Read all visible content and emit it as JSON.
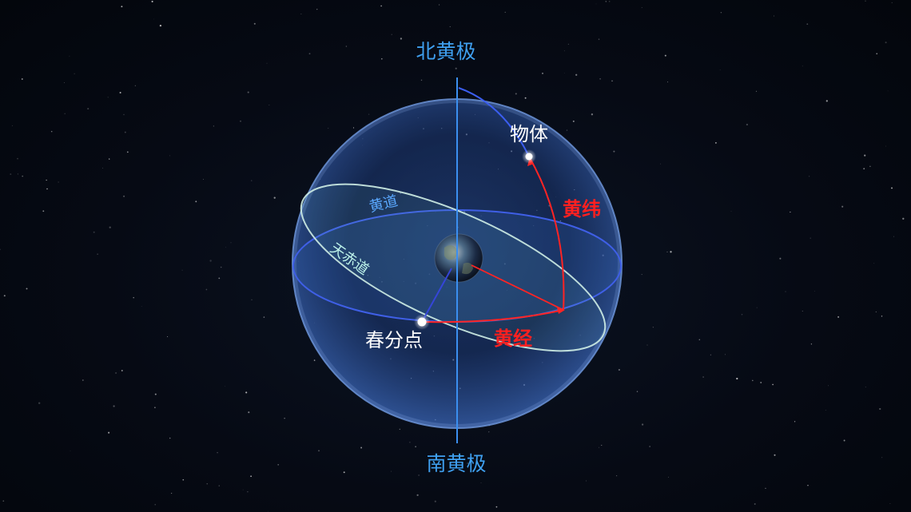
{
  "labels": {
    "north_ecliptic_pole": "北黄极",
    "south_ecliptic_pole": "南黄极",
    "object": "物体",
    "vernal_equinox": "春分点",
    "ecliptic_latitude": "黄纬",
    "ecliptic_longitude": "黄经",
    "ecliptic": "黄道",
    "celestial_equator": "天赤道"
  },
  "colors": {
    "background": "#05080f",
    "sphere_fill": "#2a4f9a",
    "sphere_edge": "#6d95d9",
    "ecliptic": "#3f5fe6",
    "celestial_equator": "#cfeee6",
    "axis": "#3b8ff0",
    "coordinate_lines": "#ff2424",
    "vernal_line": "#3545d8",
    "pole_label": "#3fa0f0",
    "point": "#ffffff"
  }
}
